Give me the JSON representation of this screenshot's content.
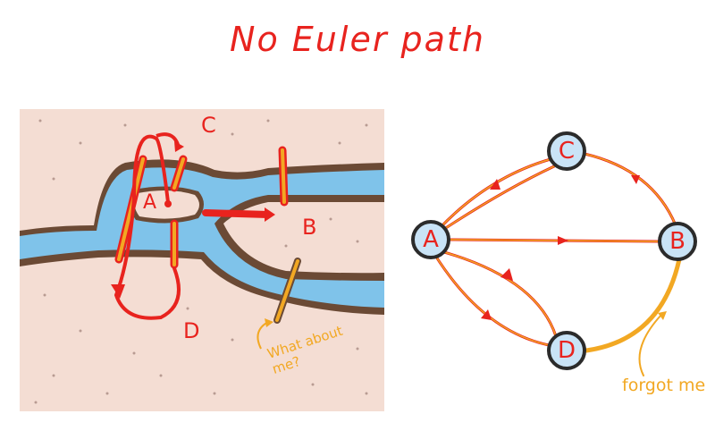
{
  "title": "No Euler path",
  "map": {
    "labels": {
      "A": "A",
      "B": "B",
      "C": "C",
      "D": "D"
    },
    "annotation": "What about me?"
  },
  "graph": {
    "nodes": {
      "A": "A",
      "B": "B",
      "C": "C",
      "D": "D"
    },
    "annotation": "forgot me"
  },
  "colors": {
    "red": "#e8231e",
    "orange": "#f2a823",
    "land": "#f4ddd3",
    "river": "#7fc3ea",
    "bank": "#6b4a35",
    "node_fill": "#c9e3f6"
  }
}
